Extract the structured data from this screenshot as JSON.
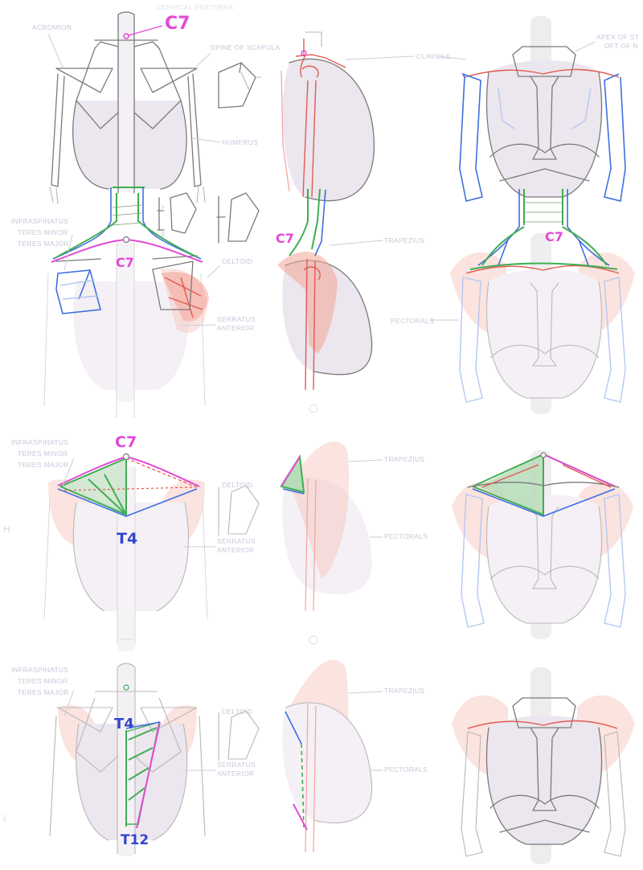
{
  "labels": {
    "acromion": "ACROMION",
    "cervical_vertebra": "CERVICAL VERTEBRA",
    "spine_of_scapula": "SPINE OF SCAPULA",
    "humerus": "HUMERUS",
    "clavicle": "CLAVICLE",
    "apex_of_sternum": "APEX OF ST",
    "apex_of_sternum_2": "OFT OF N",
    "infraspinatus": "INFRASPINATUS",
    "teres_minor": "TERES MINOR",
    "teres_major": "TERES MAJOR",
    "trapezius": "TRAPEZIUS",
    "deltoid": "DELTOID",
    "serratus": "SERRATUS",
    "anterior": "ANTERIOR",
    "pectorals": "PECTORALS"
  },
  "annotations": {
    "c7": "C7",
    "t4": "T4",
    "t12": "T12",
    "tick_2": "2",
    "tick_3": "3"
  },
  "colors": {
    "outline": "#7a7a7a",
    "rib_cage": "#ece6ee",
    "muscle": "#f2a497",
    "blue_stroke": "#3f6fe0",
    "green_stroke": "#3fae52",
    "magenta_stroke": "#e24ad6",
    "red_stroke": "#e25a52",
    "label_text": "#c4cad8"
  }
}
